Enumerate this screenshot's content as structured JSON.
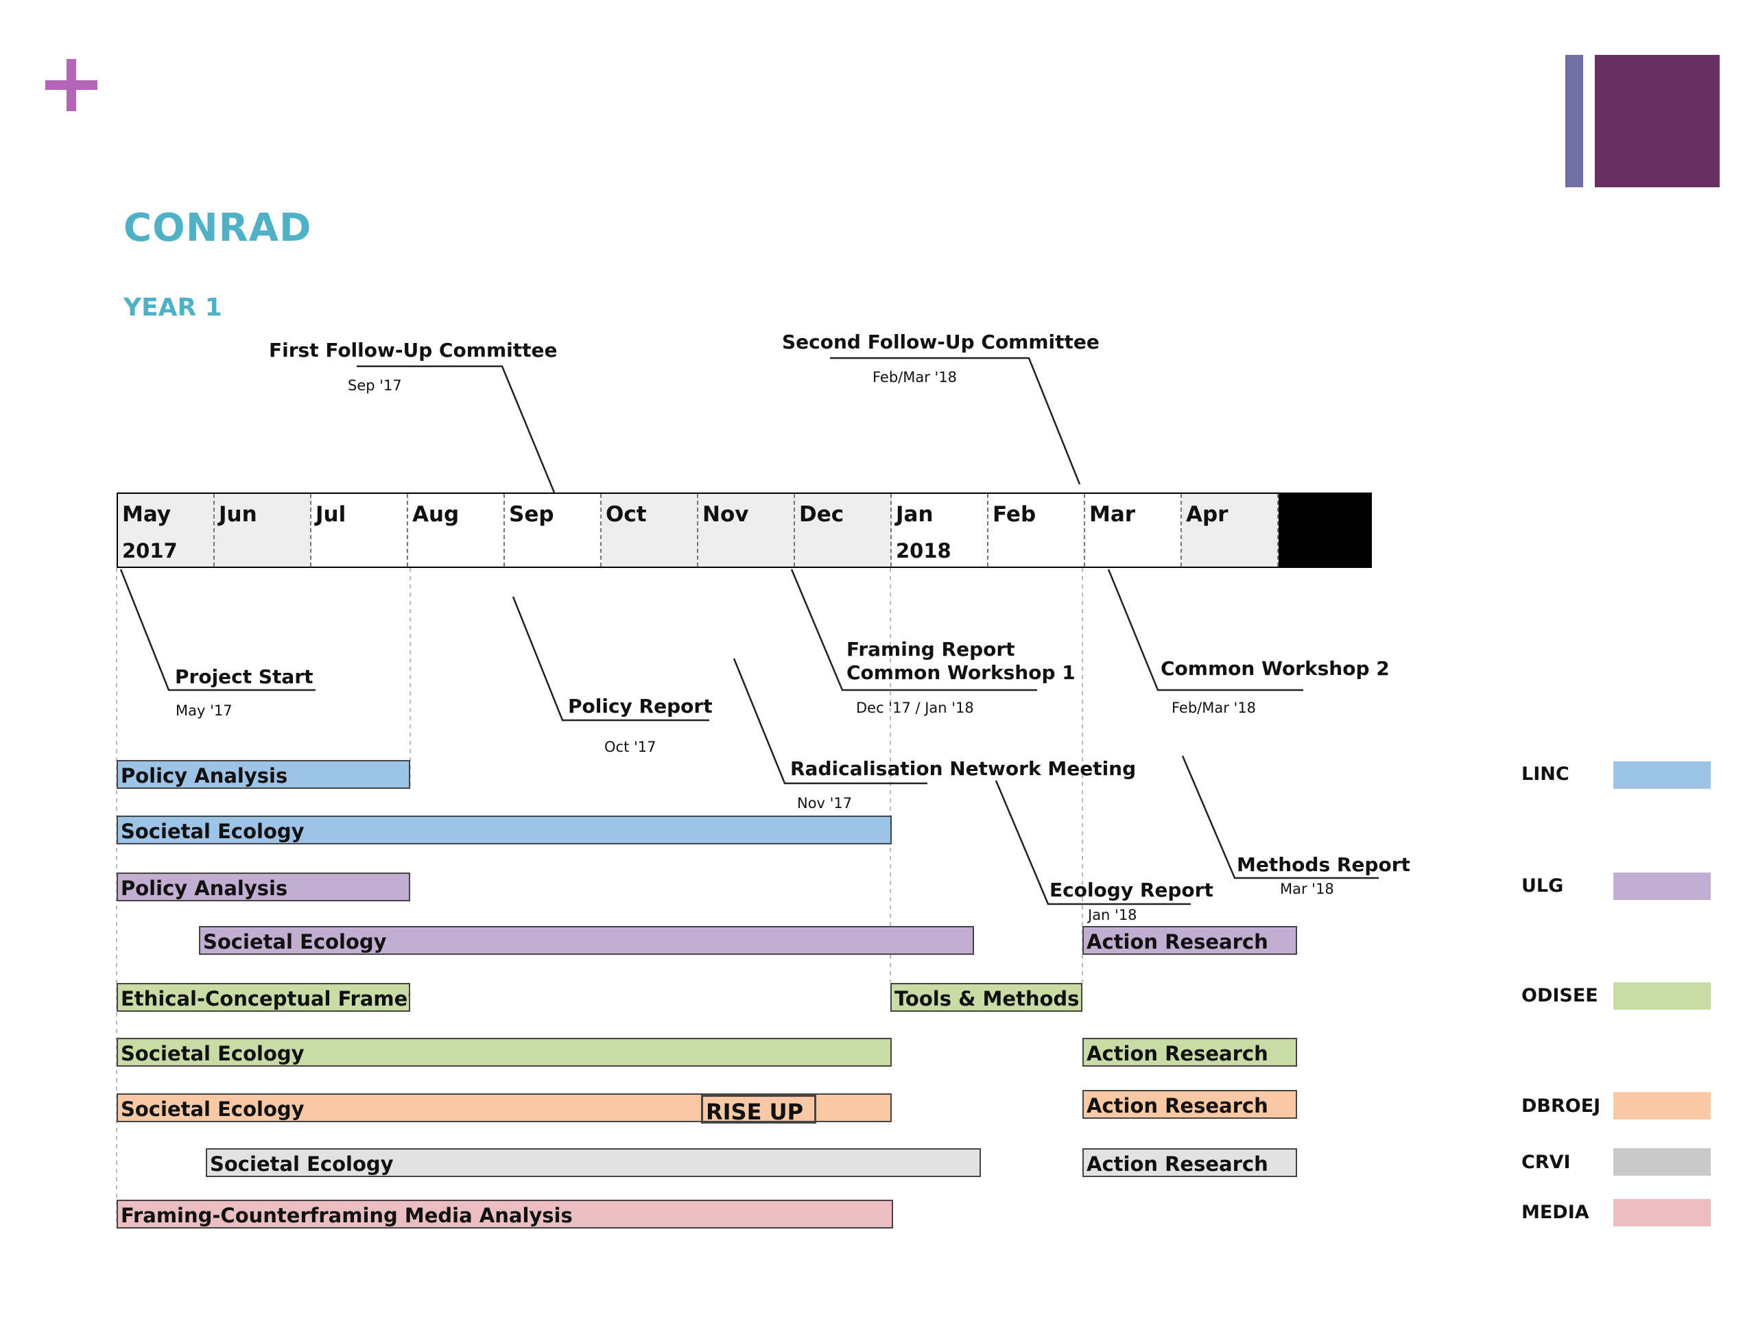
{
  "header": {
    "title": "CONRAD",
    "subtitle": "YEAR 1"
  },
  "timeline": {
    "months": [
      "May",
      "Jun",
      "Jul",
      "Aug",
      "Sep",
      "Oct",
      "Nov",
      "Dec",
      "Jan",
      "Feb",
      "Mar",
      "Apr"
    ],
    "year_start": "2017",
    "year_next": "2018"
  },
  "milestones": {
    "first_committee": {
      "label": "First Follow-Up Committee",
      "date": "Sep '17"
    },
    "second_committee": {
      "label": "Second Follow-Up Committee",
      "date": "Feb/Mar '18"
    },
    "project_start": {
      "label": "Project Start",
      "date": "May '17"
    },
    "policy_report": {
      "label": "Policy Report",
      "date": "Oct '17"
    },
    "framing_report": {
      "label_1": "Framing Report",
      "label_2": "Common Workshop 1",
      "date": "Dec '17 / Jan '18"
    },
    "common_workshop_2": {
      "label": "Common Workshop 2",
      "date": "Feb/Mar '18"
    },
    "radicalisation": {
      "label": "Radicalisation Network Meeting",
      "date": "Nov '17"
    },
    "ecology_report": {
      "label": "Ecology Report",
      "date": "Jan '18"
    },
    "methods_report": {
      "label": "Methods Report",
      "date": "Mar '18"
    }
  },
  "bars": {
    "linc_policy": "Policy Analysis",
    "linc_societal": "Societal Ecology",
    "ulg_policy": "Policy Analysis",
    "ulg_societal": "Societal Ecology",
    "ulg_action": "Action Research",
    "odisee_ethical": "Ethical-Conceptual Framework",
    "odisee_tools": "Tools & Methods",
    "odisee_societal": "Societal Ecology",
    "odisee_action": "Action Research",
    "dbroej_societal": "Societal Ecology",
    "dbroej_riseup": "RISE UP",
    "dbroej_action": "Action Research",
    "crvi_societal": "Societal Ecology",
    "crvi_action": "Action Research",
    "media_framing": "Framing-Counterframing Media Analysis"
  },
  "legend": [
    {
      "label": "LINC",
      "color": "#9dc3e6"
    },
    {
      "label": "ULG",
      "color": "#c1aed1"
    },
    {
      "label": "ODISEE",
      "color": "#c9dca5"
    },
    {
      "label": "DBROEJ",
      "color": "#f8c9a4"
    },
    {
      "label": "CRVI",
      "color": "#c9c9c9"
    },
    {
      "label": "MEDIA",
      "color": "#ebbfc2"
    }
  ]
}
